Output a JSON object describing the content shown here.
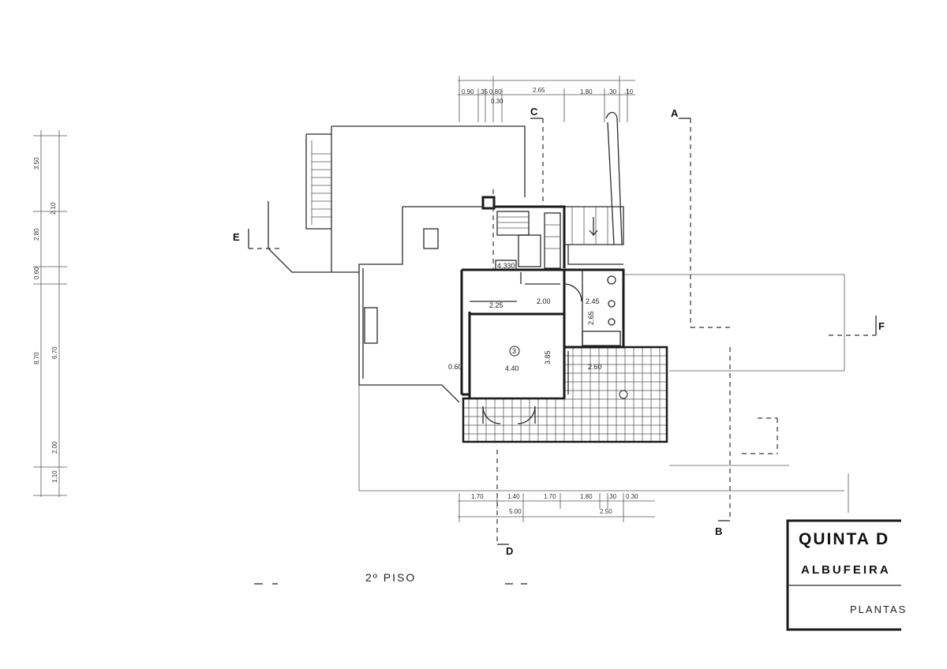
{
  "title_block": {
    "title": "QUINTA D",
    "location": "ALBUFEIRA",
    "sheet": "PLANTAS"
  },
  "floor_label": "2º PISO",
  "sections": {
    "a": "A",
    "b": "B",
    "c": "C",
    "d": "D",
    "e": "E",
    "f": "F"
  },
  "top_dimensions": {
    "d1": "0.90",
    "d2": ".35",
    "d3": "0.80",
    "d4": "0.30",
    "d5": "2.65",
    "d6": "1.80",
    "d7": ".30",
    "d8": ".10"
  },
  "bottom_dimensions": {
    "d1": "1.70",
    "d2": "1.40",
    "d3": "1.70",
    "d4": "1.80",
    "d5": ".30",
    "d6": "0.30",
    "t1": "5.00",
    "t2": "2.50"
  },
  "left_dimensions": {
    "d1": "3.50",
    "d2": "2.10",
    "d3": "2.80",
    "d4": "0.60",
    "d5": "8.70",
    "d6": "6.70",
    "d7": "2.00",
    "d8": "1.10"
  },
  "room_labels": {
    "room_number": "3",
    "room_width": "4.40",
    "room_depth": "3.85",
    "closet_width": "2.25",
    "passage_width": "2.00",
    "bath_width": "2.45",
    "bath_depth": "2.65",
    "terrace_width": "2.60",
    "level_mark": "4.330",
    "corner_dim": "0.60"
  }
}
